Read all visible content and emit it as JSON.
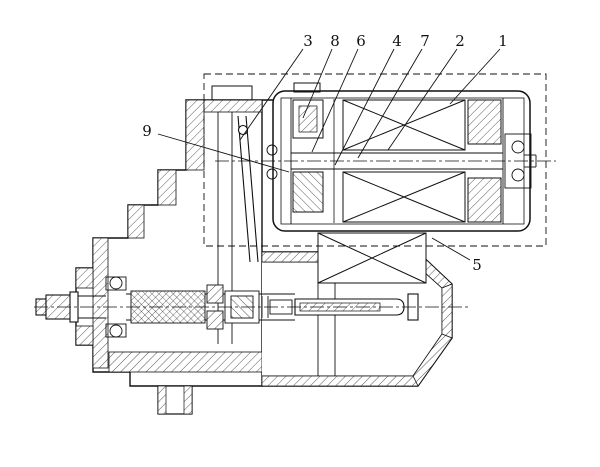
{
  "figure": {
    "type": "patent-style cross-section engineering drawing",
    "colors": {
      "ink": "#111111",
      "paper": "#ffffff"
    }
  },
  "callouts": [
    {
      "label": "3"
    },
    {
      "label": "8"
    },
    {
      "label": "6"
    },
    {
      "label": "4"
    },
    {
      "label": "7"
    },
    {
      "label": "2"
    },
    {
      "label": "1"
    },
    {
      "label": "9"
    },
    {
      "label": "5"
    }
  ]
}
